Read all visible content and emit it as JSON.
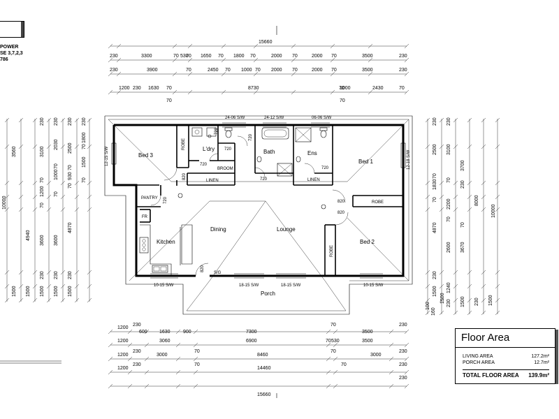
{
  "note": {
    "lines": [
      "POWER",
      "SE 3,7,2,3",
      "786"
    ]
  },
  "dims_top": {
    "overall": "15660",
    "row1": [
      "230",
      "3300",
      "70",
      "530",
      "70",
      "1650",
      "70",
      "1800",
      "70",
      "2000",
      "70",
      "2000",
      "70",
      "3500",
      "230"
    ],
    "row2": [
      "230",
      "3900",
      "70",
      "2450",
      "70",
      "1000",
      "70",
      "2000",
      "70",
      "2000",
      "70",
      "3500",
      "230"
    ],
    "row3": [
      "1200",
      "230",
      "1630",
      "70",
      "8730",
      "70",
      "1000",
      "2430",
      "70"
    ]
  },
  "dims_bottom": {
    "row1": [
      "1200",
      "230",
      "600",
      "1630",
      "900",
      "7300",
      "70",
      "3500",
      "230"
    ],
    "row2": [
      "1200",
      "3060",
      "6900",
      "70",
      "530",
      "3500"
    ],
    "row2b": [
      "230",
      "70",
      "70",
      "230"
    ],
    "row3": [
      "1200",
      "3000",
      "8460",
      "3000"
    ],
    "row3b": [
      "230",
      "70",
      "70",
      "230"
    ],
    "row4": [
      "1200",
      "14460",
      "230"
    ],
    "overall": "15660"
  },
  "dims_left": {
    "c1": [
      "3560",
      "1500"
    ],
    "c2": [
      "4940",
      "1500"
    ],
    "c3": [
      "230",
      "3100",
      "70",
      "1200",
      "70",
      "3600",
      "230",
      "1500"
    ],
    "c4": [
      "230",
      "2030",
      "70",
      "1000",
      "70",
      "3600",
      "230",
      "1500"
    ],
    "c5": [
      "230",
      "2500",
      "70",
      "930",
      "70",
      "4870",
      "230",
      "1500"
    ],
    "c6": [
      "230",
      "1800",
      "70",
      "1500",
      "70"
    ],
    "overall": "10000"
  },
  "dims_right": {
    "c1": [
      "230",
      "2500",
      "70",
      "1830",
      "70",
      "4870",
      "230",
      "1500",
      "100",
      "160",
      "1500"
    ],
    "c2": [
      "230",
      "3100",
      "70",
      "2200",
      "70",
      "2600",
      "1240",
      "230",
      "1500"
    ],
    "c3": [
      "3700",
      "230",
      "70",
      "3670",
      "230",
      "1500"
    ],
    "c4": [
      "8000"
    ],
    "overall": "10000"
  },
  "rooms": {
    "bed3": "Bed 3",
    "robe_left": "ROBE",
    "ldry": "L'dry",
    "broom": "BROOM",
    "linen_left": "LINEN",
    "bath": "Bath",
    "ens": "Ens",
    "linen_right": "LINEN",
    "bed1": "Bed 1",
    "robe_right": "ROBE",
    "pantry": "PANTRY",
    "fr": "FR",
    "kitchen": "Kitchen",
    "dining": "Dining",
    "lounge": "Lounge",
    "robe_bed2": "ROBE",
    "bed2": "Bed 2",
    "porch": "Porch"
  },
  "windows": {
    "w1": "24-06 S/W",
    "w2": "24-12 S/W",
    "w3": "06-06 S/W",
    "w4": "12-15 S/W",
    "w5": "12-18 S/W",
    "w6": "10-15 S/W",
    "w7": "18-15 S/W",
    "w8": "18-15 S/W",
    "w9": "10-15 S/W",
    "w10": "S/G"
  },
  "doors": {
    "d_ldry1": "720",
    "d_ldry2": "720",
    "d_ldry3": "720",
    "d_ldry4": "720",
    "d_bath": "720",
    "d_ens": "720",
    "d_bed3": "820",
    "d_pantry": "720",
    "d_bed1": "820",
    "d_bed2": "820",
    "d_entry": "820"
  },
  "floor_area": {
    "title": "Floor Area",
    "living_label": "LIVING AREA",
    "living_value": "127.2m²",
    "porch_label": "PORCH AREA",
    "porch_value": "12.7m²",
    "total_label": "TOTAL FLOOR AREA",
    "total_value": "139.9m²"
  }
}
